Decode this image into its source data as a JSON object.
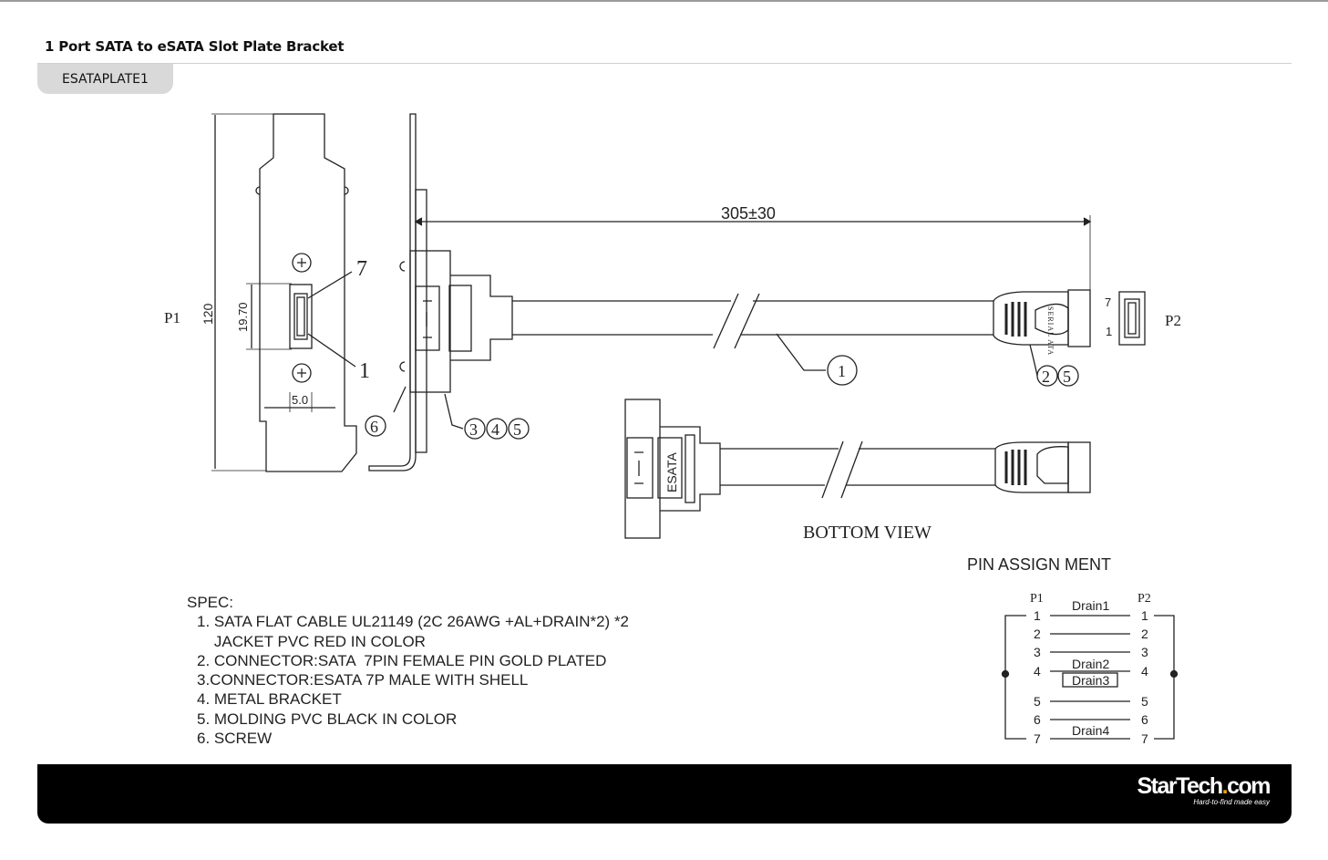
{
  "page": {
    "title": "1 Port SATA to eSATA Slot Plate Bracket",
    "tab_label": "ESATAPLATE1"
  },
  "drawing": {
    "p1_label": "P1",
    "p2_label": "P2",
    "height_dim": "120",
    "port_dim": "19.70",
    "width_dim": "5.0",
    "length_dim": "305±30",
    "pin_top": "7",
    "pin_bottom": "1",
    "p2_pin_top": "7",
    "p2_pin_bottom": "1",
    "callouts": [
      "1",
      "2",
      "3",
      "4",
      "5",
      "6"
    ],
    "connector_text": "SERIAL ATA",
    "esata_text": "ESATA",
    "bottom_view": "BOTTOM VIEW"
  },
  "spec": {
    "heading": "SPEC:",
    "lines": [
      "1. SATA FLAT CABLE UL21149 (2C 26AWG +AL+DRAIN*2) *2",
      "    JACKET PVC RED IN COLOR",
      "2. CONNECTOR:SATA  7PIN FEMALE PIN GOLD PLATED",
      "3.CONNECTOR:ESATA 7P MALE WITH SHELL",
      "4. METAL BRACKET",
      "5. MOLDING PVC BLACK IN COLOR",
      "6. SCREW"
    ]
  },
  "pin_assignment": {
    "title": "PIN ASSIGN MENT",
    "p1": "P1",
    "p2": "P2",
    "pins": [
      "1",
      "2",
      "3",
      "4",
      "5",
      "6",
      "7"
    ],
    "drains": [
      "Drain1",
      "Drain2",
      "Drain3",
      "Drain4"
    ]
  },
  "footer": {
    "logo_a": "StarTech",
    "logo_dot": ".",
    "logo_b": "com",
    "tagline": "Hard-to-find made easy"
  },
  "colors": {
    "footer_bg": "#000000",
    "tab_bg": "#d9d9d9",
    "logo_accent": "#f0a500"
  }
}
